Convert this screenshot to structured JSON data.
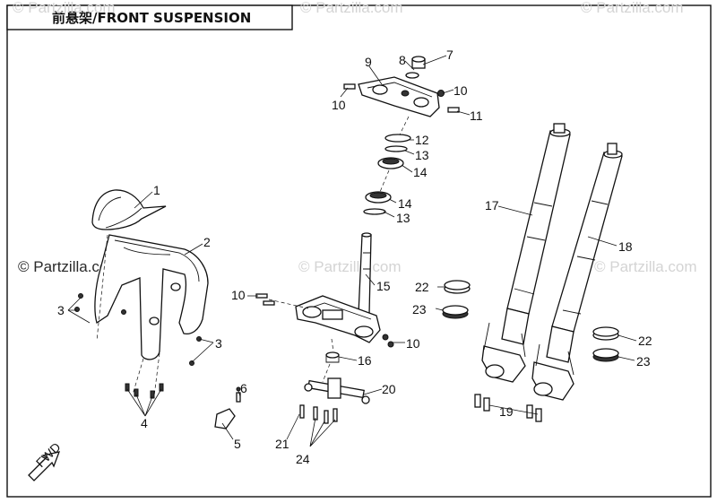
{
  "title": "前悬架/FRONT SUSPENSION",
  "watermarks": {
    "brand": "© Partzilla.com",
    "brand_main": "© Partzilla.com"
  },
  "parts": {
    "p1": "1",
    "p2": "2",
    "p3a": "3",
    "p3b": "3",
    "p4": "4",
    "p5": "5",
    "p6": "6",
    "p7": "7",
    "p8": "8",
    "p9": "9",
    "p10a": "10",
    "p10b": "10",
    "p10c": "10",
    "p10d": "10",
    "p11": "11",
    "p12": "12",
    "p13a": "13",
    "p13b": "13",
    "p14a": "14",
    "p14b": "14",
    "p15": "15",
    "p16": "16",
    "p17": "17",
    "p18": "18",
    "p19": "19",
    "p20": "20",
    "p21": "21",
    "p22a": "22",
    "p22b": "22",
    "p23a": "23",
    "p23b": "23",
    "p24": "24"
  },
  "arrow_label": "FWD",
  "colors": {
    "line": "#111111",
    "background": "#ffffff",
    "watermark": "#d4d4d4"
  }
}
